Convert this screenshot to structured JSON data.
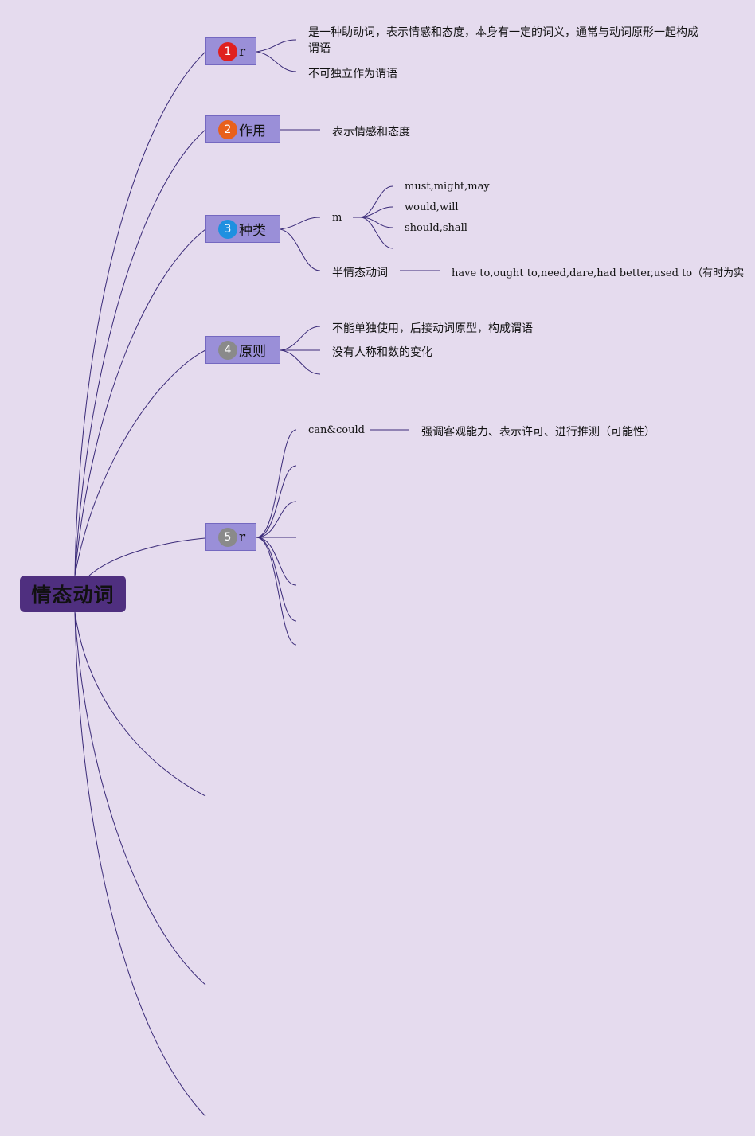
{
  "root": {
    "title": "情态动词"
  },
  "colors": {
    "wire": "#3a2a78",
    "topic_bg": "#9a8fd8",
    "root_bg": "#4f2f7f",
    "bg": "#e5dbee"
  },
  "topics": [
    {
      "num": "1",
      "badge_color": "#e02020",
      "label": "r"
    },
    {
      "num": "2",
      "badge_color": "#e8601c",
      "label": "作用"
    },
    {
      "num": "3",
      "badge_color": "#1e90e0",
      "label": "种类"
    },
    {
      "num": "4",
      "badge_color": "#8a8a8a",
      "label": "原则"
    },
    {
      "num": "5",
      "badge_color": "#8a8a8a",
      "label": "r"
    }
  ],
  "branch1": {
    "definition": "是一种助动词，表示情感和态度，本身有一定的词义，通常与动词原形一起构成谓语",
    "note": "不可独立作为谓语"
  },
  "branch2": {
    "detail": "表示情感和态度"
  },
  "branch3": {
    "group_m": "m",
    "m_items": [
      "must,might,may",
      "would,will",
      "should,shall"
    ],
    "semi": "半情态动词",
    "semi_detail": "have to,ought to,need,dare,had better,used to（有时为实"
  },
  "branch4": {
    "items": [
      "不能单独使用，后接动词原型，构成谓语",
      "没有人称和数的变化"
    ]
  },
  "branch5": {
    "item": "can&could",
    "detail": "强调客观能力、表示许可、进行推测（可能性）"
  }
}
